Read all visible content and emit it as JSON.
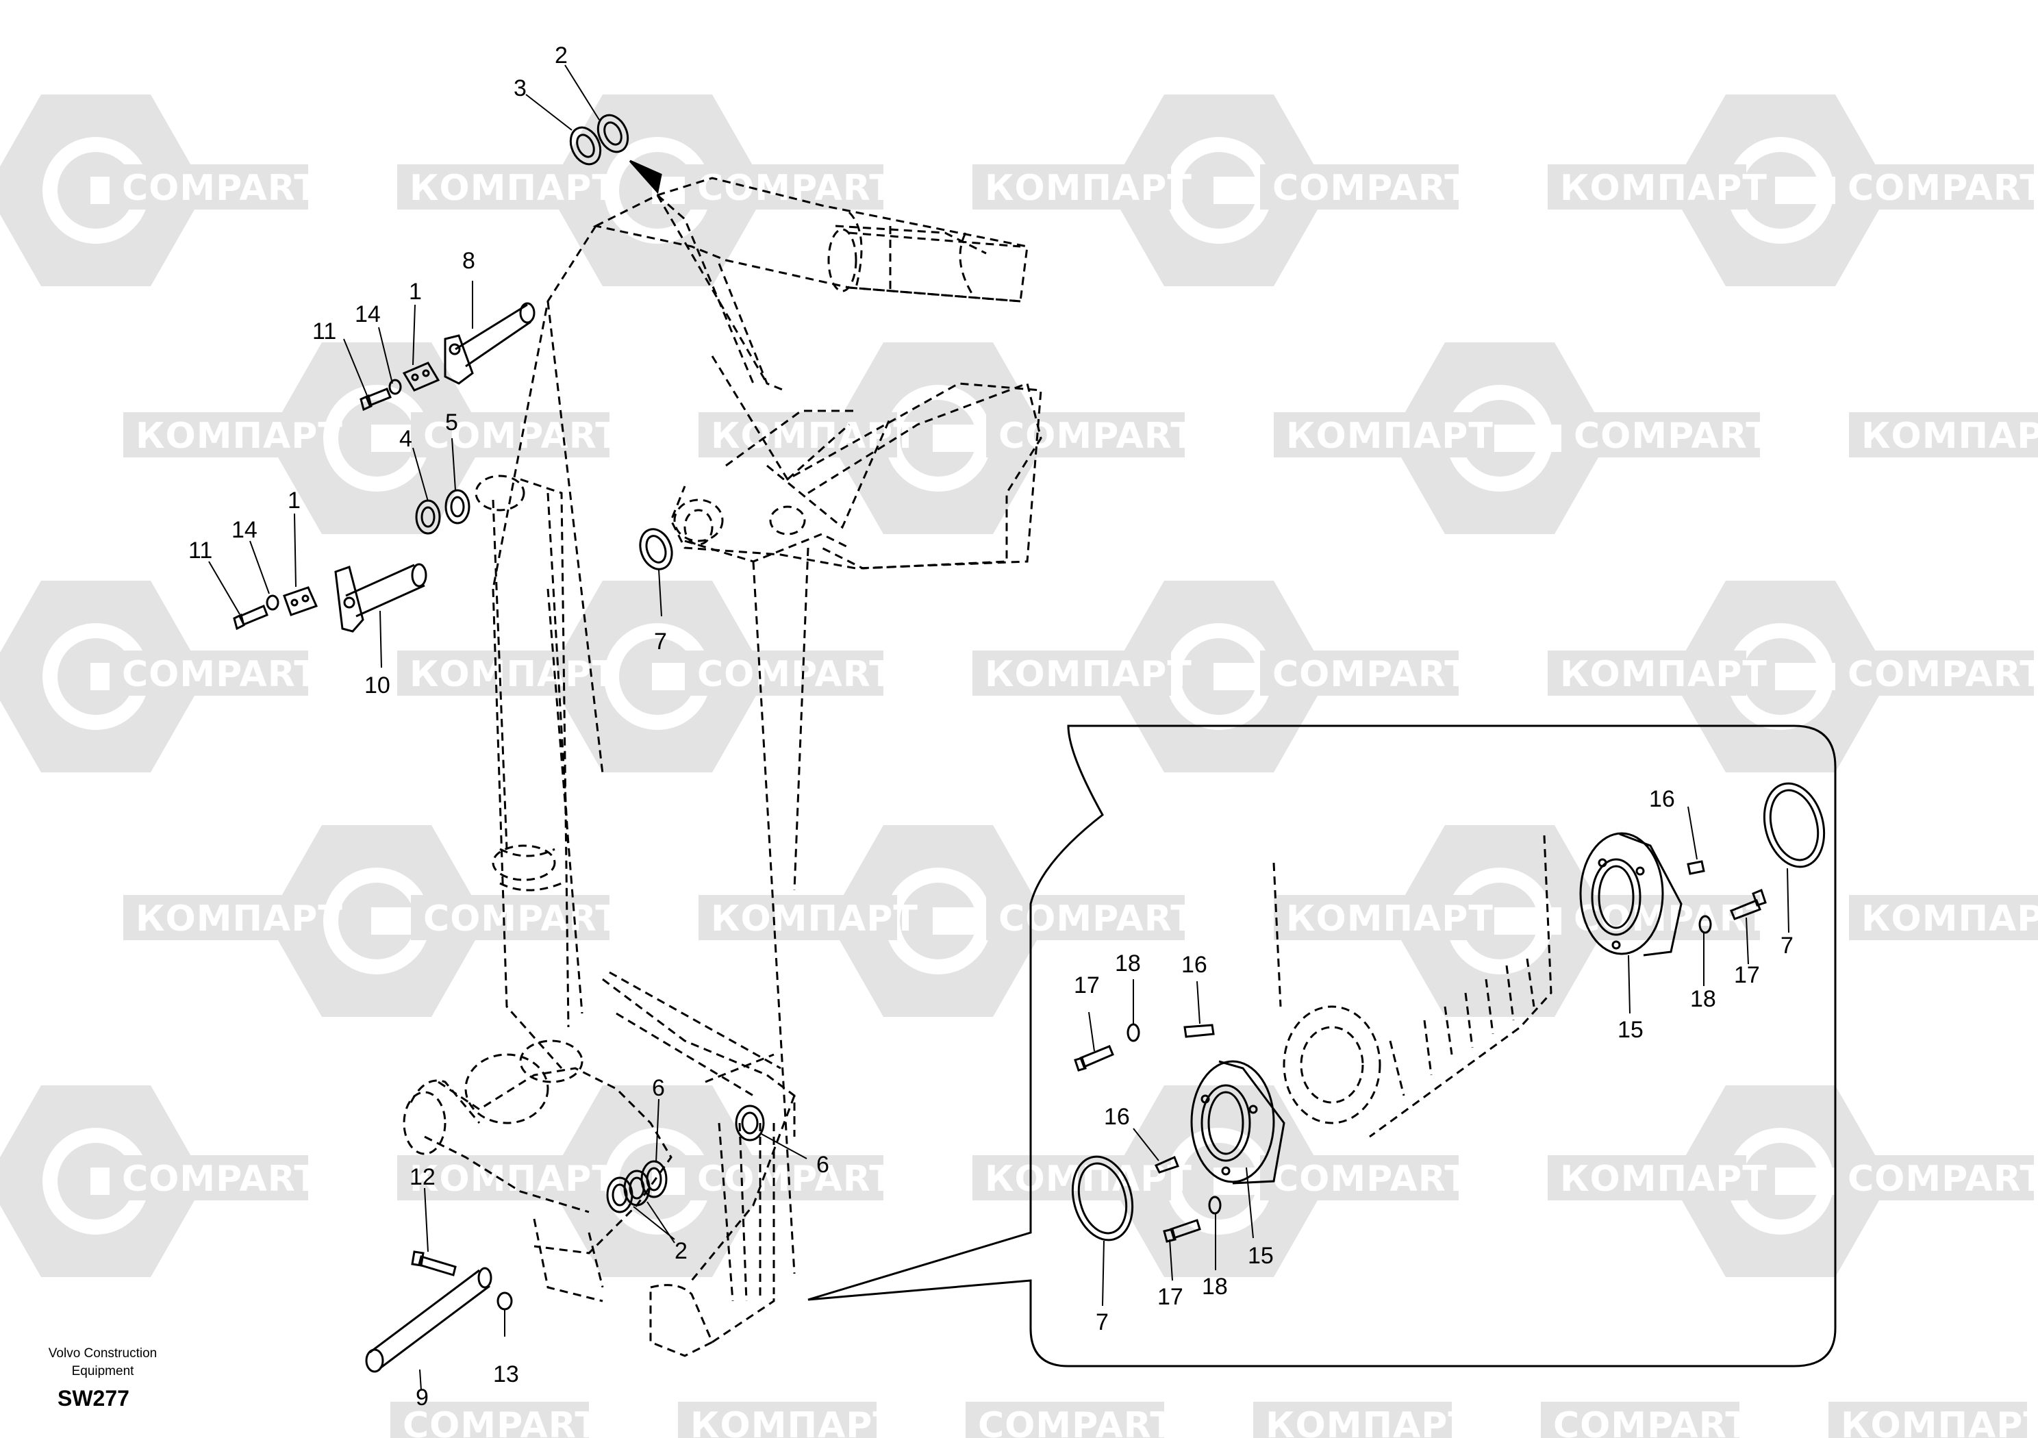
{
  "watermark": {
    "cyrillic": "КОМПАРТ",
    "latin": "COMPART",
    "shape_color": "#e3e3e3",
    "text_color": "#ffffff"
  },
  "footer": {
    "credit_line1": "Volvo Construction",
    "credit_line2": "Equipment",
    "drawing_code": "SW277"
  },
  "callouts": [
    {
      "id": "c2a",
      "text": "2"
    },
    {
      "id": "c3",
      "text": "3"
    },
    {
      "id": "c8",
      "text": "8"
    },
    {
      "id": "c14a",
      "text": "14"
    },
    {
      "id": "c1a",
      "text": "1"
    },
    {
      "id": "c11a",
      "text": "11"
    },
    {
      "id": "c4",
      "text": "4"
    },
    {
      "id": "c5",
      "text": "5"
    },
    {
      "id": "c1b",
      "text": "1"
    },
    {
      "id": "c14b",
      "text": "14"
    },
    {
      "id": "c11b",
      "text": "11"
    },
    {
      "id": "c10",
      "text": "10"
    },
    {
      "id": "c7a",
      "text": "7"
    },
    {
      "id": "c6a",
      "text": "6"
    },
    {
      "id": "c6b",
      "text": "6"
    },
    {
      "id": "c12",
      "text": "12"
    },
    {
      "id": "c2b",
      "text": "2"
    },
    {
      "id": "c9",
      "text": "9"
    },
    {
      "id": "c13",
      "text": "13"
    },
    {
      "id": "c16a",
      "text": "16"
    },
    {
      "id": "c7b",
      "text": "7"
    },
    {
      "id": "c17a",
      "text": "17"
    },
    {
      "id": "c18a",
      "text": "18"
    },
    {
      "id": "c15a",
      "text": "15"
    },
    {
      "id": "c18b",
      "text": "18"
    },
    {
      "id": "c17b",
      "text": "17"
    },
    {
      "id": "c16b",
      "text": "16"
    },
    {
      "id": "c16c",
      "text": "16"
    },
    {
      "id": "c7c",
      "text": "7"
    },
    {
      "id": "c17c",
      "text": "17"
    },
    {
      "id": "c18c",
      "text": "18"
    },
    {
      "id": "c15b",
      "text": "15"
    }
  ]
}
